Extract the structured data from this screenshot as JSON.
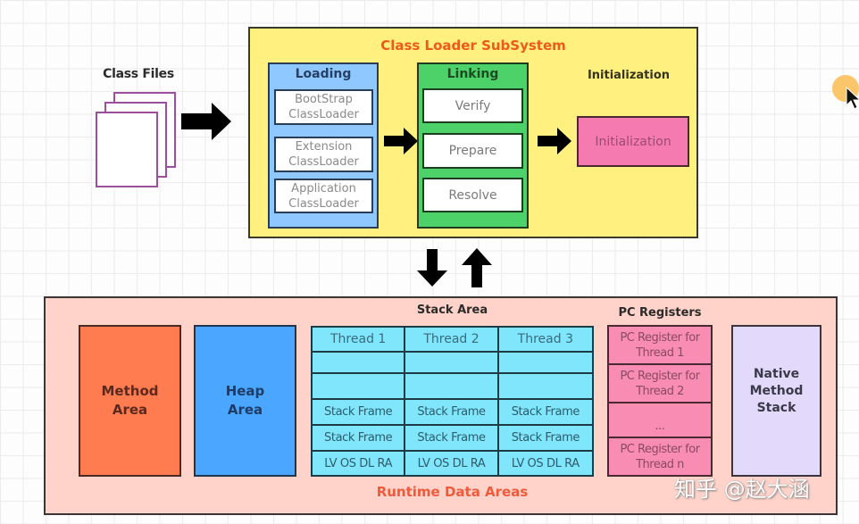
{
  "class_files": {
    "label": "Class Files"
  },
  "class_loader_subsystem": {
    "title": "Class Loader SubSystem",
    "loading": {
      "title": "Loading",
      "loaders": [
        {
          "line1": "BootStrap",
          "line2": "ClassLoader"
        },
        {
          "line1": "Extension",
          "line2": "ClassLoader"
        },
        {
          "line1": "Application",
          "line2": "ClassLoader"
        }
      ]
    },
    "linking": {
      "title": "Linking",
      "steps": [
        "Verify",
        "Prepare",
        "Resolve"
      ]
    },
    "initialization": {
      "title": "Initialization",
      "box_label": "Initialization"
    }
  },
  "runtime_data_areas": {
    "title": "Runtime Data Areas",
    "method_area": {
      "line1": "Method",
      "line2": "Area"
    },
    "heap_area": {
      "line1": "Heap",
      "line2": "Area"
    },
    "stack_area": {
      "title": "Stack Area",
      "threads": [
        "Thread 1",
        "Thread 2",
        "Thread 3"
      ],
      "rows": [
        [
          "",
          "",
          ""
        ],
        [
          "",
          "",
          ""
        ],
        [
          "Stack Frame",
          "Stack Frame",
          "Stack Frame"
        ],
        [
          "Stack Frame",
          "Stack Frame",
          "Stack Frame"
        ],
        [
          "LV OS DL RA",
          "LV OS DL RA",
          "LV OS DL RA"
        ]
      ]
    },
    "pc_registers": {
      "title": "PC Registers",
      "items": [
        {
          "line1": "PC Register for",
          "line2": "Thread 1"
        },
        {
          "line1": "PC Register for",
          "line2": "Thread 2"
        },
        {
          "line1": "...",
          "line2": ""
        },
        {
          "line1": "PC Register for",
          "line2": "Thread n"
        }
      ]
    },
    "native_method_stack": {
      "line1": "Native",
      "line2": "Method",
      "line3": "Stack"
    }
  },
  "arrows": [
    {
      "name": "class-files-to-loader",
      "direction": "right"
    },
    {
      "name": "loading-to-linking",
      "direction": "right"
    },
    {
      "name": "linking-to-initialization",
      "direction": "right"
    },
    {
      "name": "loader-to-runtime",
      "direction": "down"
    },
    {
      "name": "runtime-to-loader",
      "direction": "up"
    }
  ],
  "watermark": "知乎 @赵大涵",
  "colors": {
    "class_loader_bg": "#fff07f",
    "title_orange": "#ee5a1a",
    "loading_blue": "#8ec8ff",
    "linking_green": "#4dd26a",
    "initialization_pink": "#f57ab0",
    "runtime_bg": "#ffd3c9",
    "method_area": "#ff7b50",
    "heap_area": "#4aa6ff",
    "stack_cyan": "#7fe6fb",
    "pc_pink": "#f98cb3",
    "native_lavender": "#e3d9fb",
    "cursor_highlight": "#fbbf5a"
  }
}
